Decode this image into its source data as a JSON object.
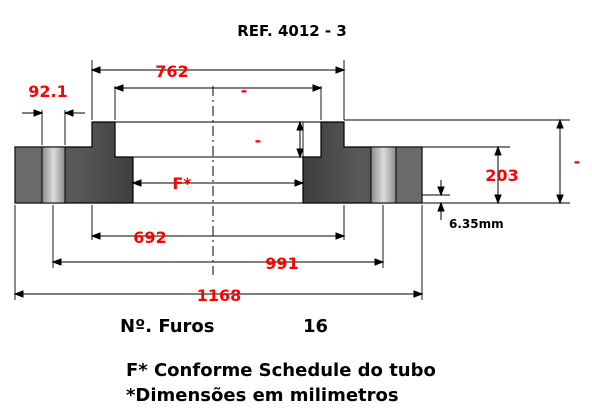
{
  "title": "REF. 4012 - 3",
  "dimensions": {
    "d762": "762",
    "d92_1": "92.1",
    "d692": "692",
    "d991": "991",
    "d1168": "1168",
    "d203": "203",
    "d635": "6.35mm",
    "bore": "F*",
    "dash_top": "-",
    "dash_mid": "-",
    "dash_right": "-"
  },
  "furos": {
    "label": "Nº. Furos",
    "value": "16"
  },
  "notes": {
    "line1": "F* Conforme Schedule do tubo",
    "line2": "*Dimensões em milimetros"
  },
  "colors": {
    "dimension_red": "#ff0000",
    "flange_dark": "#4a4a4a",
    "flange_light": "#9a9a9a"
  }
}
